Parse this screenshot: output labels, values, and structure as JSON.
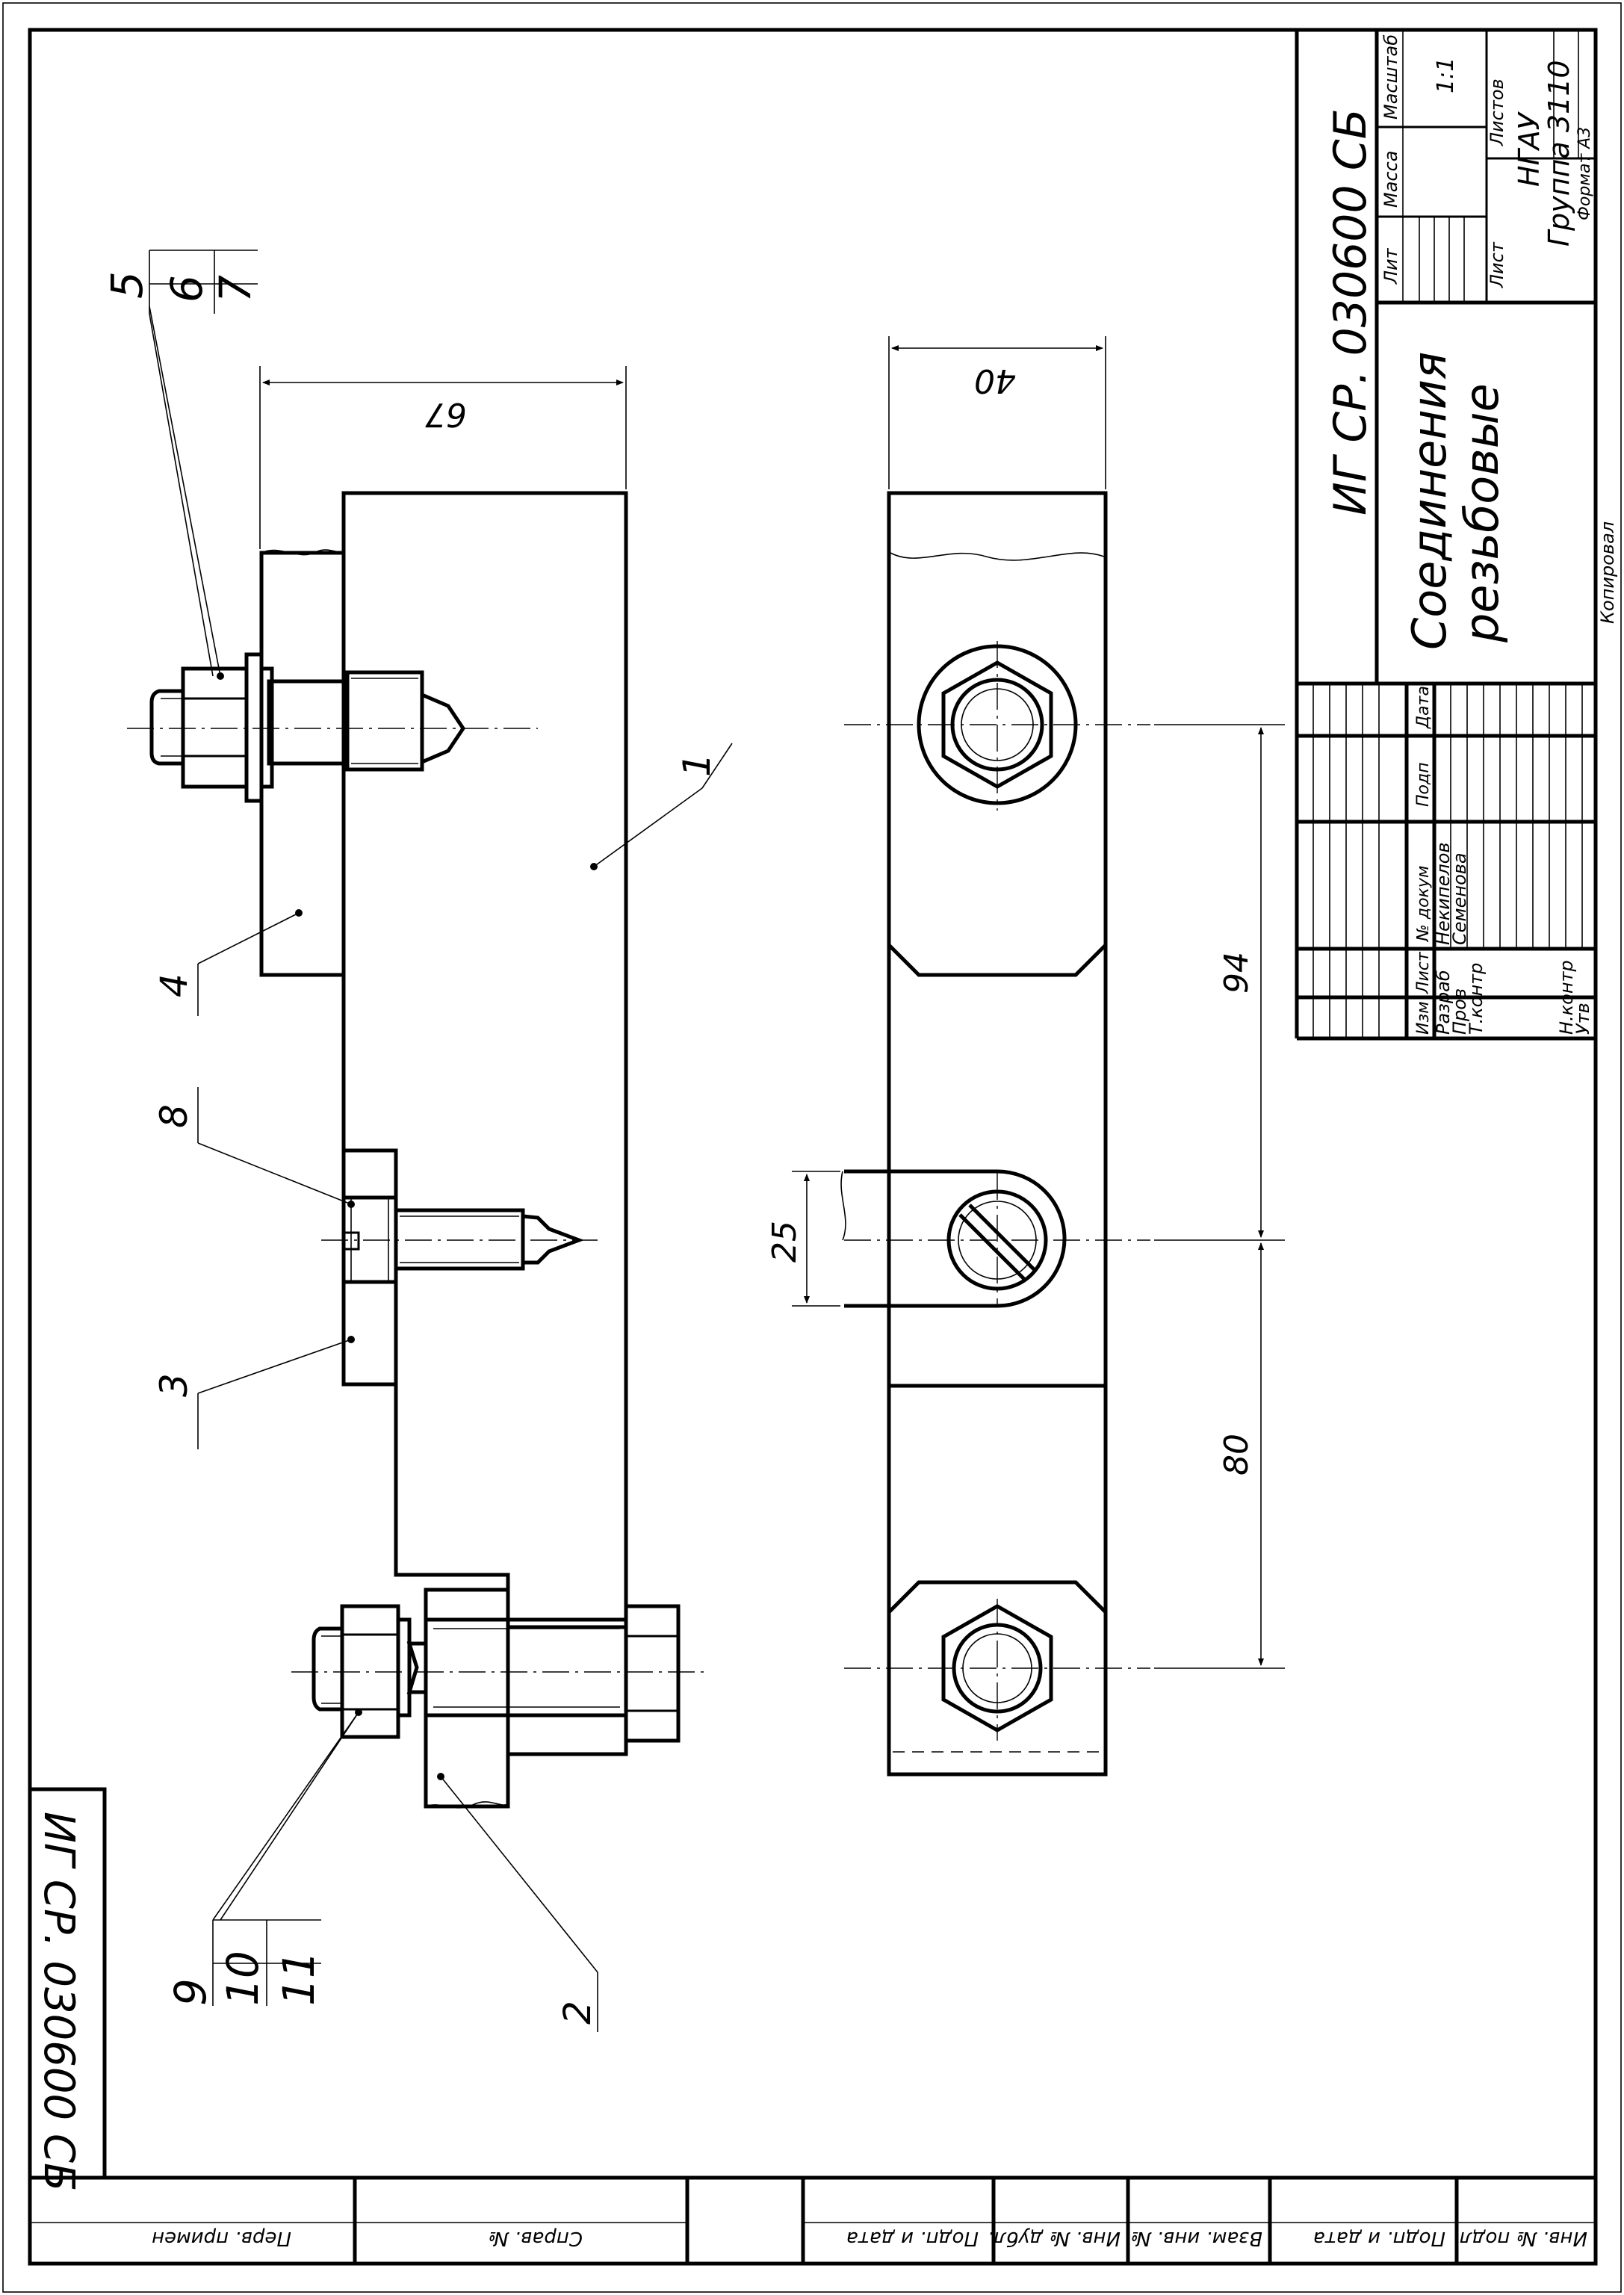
{
  "title_block": {
    "designation": "ИГ СР. 030600 СБ",
    "title_line1": "Соединения",
    "title_line2": "резьбовые",
    "col_lit": "Лит",
    "col_massa": "Масса",
    "col_masshtab": "Масштаб",
    "scale": "1:1",
    "list_label": "Лист",
    "listov_label": "Листов",
    "org": "НГАУ",
    "group": "Группа 3110",
    "format": "Формат  А3",
    "copied": "Копировал",
    "hdr_izm": "Изм",
    "hdr_list": "Лист",
    "hdr_ndokum": "№ докум",
    "hdr_podp": "Подп",
    "hdr_data": "Дата",
    "razrab_label": "Разраб",
    "razrab_name": "Некипелов",
    "prov_label": "Пров",
    "prov_name": "Семенова",
    "tkontr_label": "Т.контр",
    "nkontr_label": "Н.контр",
    "utv_label": "Утв"
  },
  "corner_designation": "ИГ СР. 030600 СБ",
  "left_strip": {
    "perv_primen": "Перв. примен",
    "sprav_no": "Справ. №"
  },
  "bottom_strip": {
    "podp_data_1": "Подп. и дата",
    "inv_dubl": "Инв. № дубл.",
    "vzam_inv": "Взам. инв. №",
    "podp_data_2": "Подп. и дата",
    "inv_podl": "Инв. № подл."
  },
  "dimensions": {
    "d67": "67",
    "d40": "40",
    "d94": "94",
    "d25": "25",
    "d80": "80"
  },
  "callouts": {
    "p1": "1",
    "p2": "2",
    "p3": "3",
    "p4": "4",
    "p5": "5",
    "p6": "6",
    "p7": "7",
    "p8": "8",
    "p9": "9",
    "p10": "10",
    "p11": "11"
  }
}
